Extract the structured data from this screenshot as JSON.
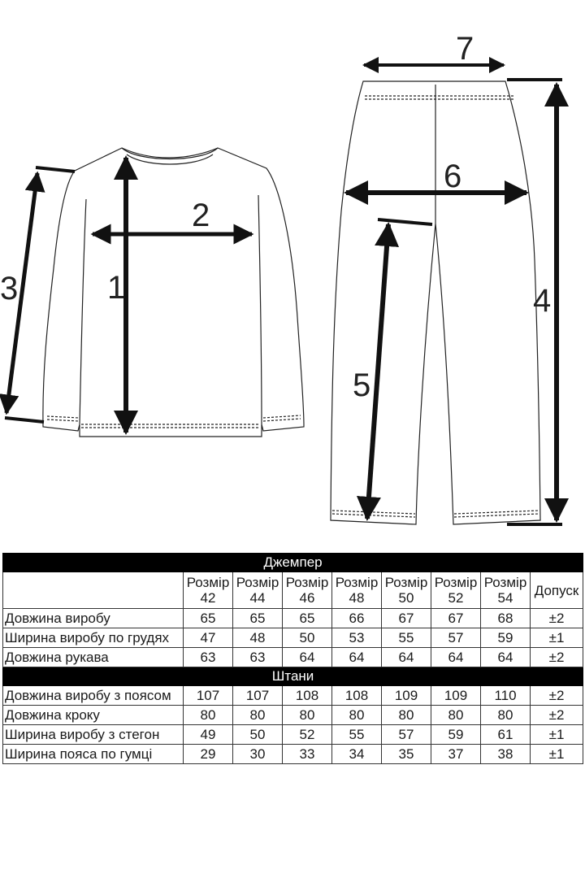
{
  "diagram": {
    "labels": {
      "body_length": "1",
      "chest_width": "2",
      "sleeve_length": "3",
      "pants_length": "4",
      "inseam": "5",
      "hip_width": "6",
      "waist_width": "7"
    }
  },
  "table": {
    "jumper_title": "Джемпер",
    "pants_title": "Штани",
    "size_prefix": "Розмір",
    "sizes": [
      "42",
      "44",
      "46",
      "48",
      "50",
      "52",
      "54"
    ],
    "tolerance_header": "Допуск",
    "jumper_rows": [
      {
        "label": "Довжина виробу",
        "values": [
          "65",
          "65",
          "65",
          "66",
          "67",
          "67",
          "68"
        ],
        "tol": "±2"
      },
      {
        "label": "Ширина виробу по грудях",
        "values": [
          "47",
          "48",
          "50",
          "53",
          "55",
          "57",
          "59"
        ],
        "tol": "±1"
      },
      {
        "label": "Довжина рукава",
        "values": [
          "63",
          "63",
          "64",
          "64",
          "64",
          "64",
          "64"
        ],
        "tol": "±2"
      }
    ],
    "pants_rows": [
      {
        "label": "Довжина виробу з поясом",
        "values": [
          "107",
          "107",
          "108",
          "108",
          "109",
          "109",
          "110"
        ],
        "tol": "±2"
      },
      {
        "label": "Довжина кроку",
        "values": [
          "80",
          "80",
          "80",
          "80",
          "80",
          "80",
          "80"
        ],
        "tol": "±2"
      },
      {
        "label": "Ширина виробу з стегон",
        "values": [
          "49",
          "50",
          "52",
          "55",
          "57",
          "59",
          "61"
        ],
        "tol": "±1"
      },
      {
        "label": "Ширина пояса по гумці",
        "values": [
          "29",
          "30",
          "33",
          "34",
          "35",
          "37",
          "38"
        ],
        "tol": "±1"
      }
    ]
  }
}
